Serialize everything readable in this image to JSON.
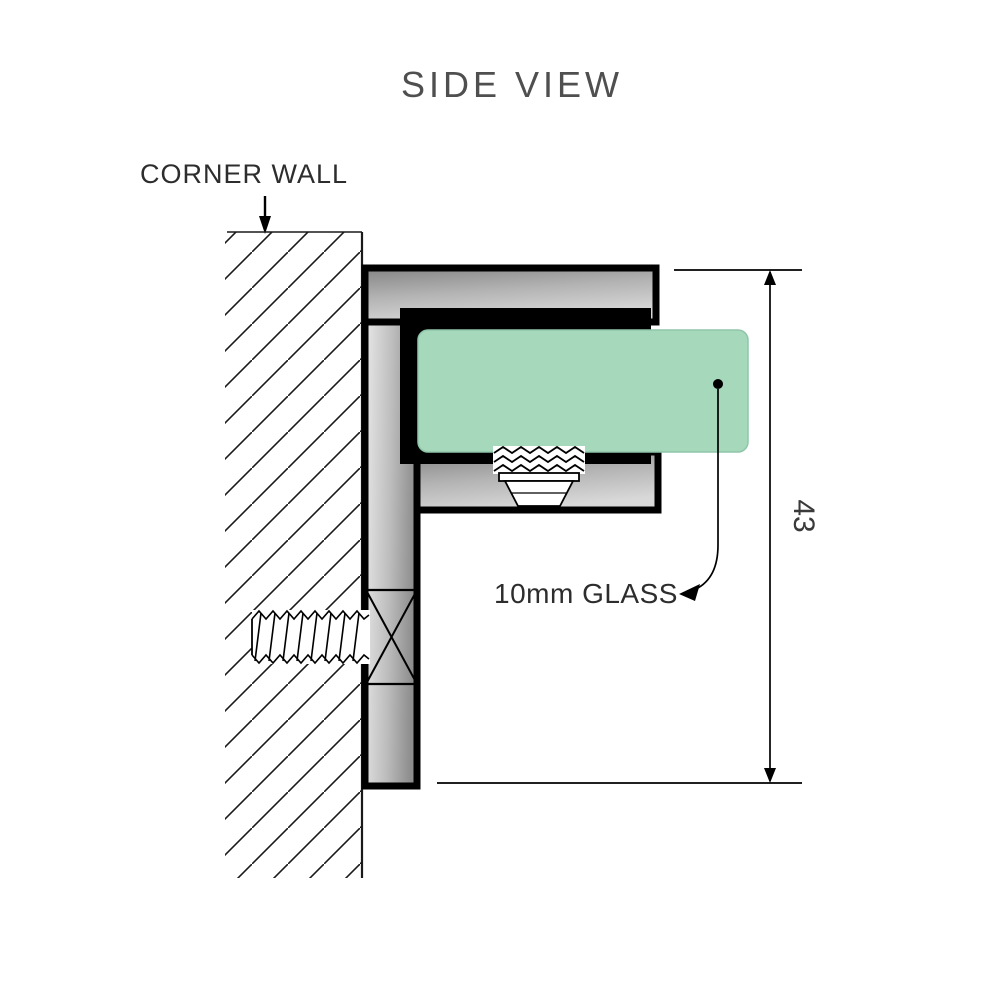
{
  "title": "SIDE VIEW",
  "labels": {
    "corner_wall": "CORNER WALL",
    "glass": "10mm GLASS",
    "dimension_height": "43"
  },
  "glass": {
    "fill": "#a6d8bc"
  },
  "colors": {
    "line": "#000000",
    "title_text": "#4f4f4f",
    "label_text": "#2d2d2d",
    "dimension_text": "#3a3a3a",
    "metal_light": "#dcdcdc",
    "metal_dark": "#858585",
    "glass_green": "#a6d8bc"
  }
}
